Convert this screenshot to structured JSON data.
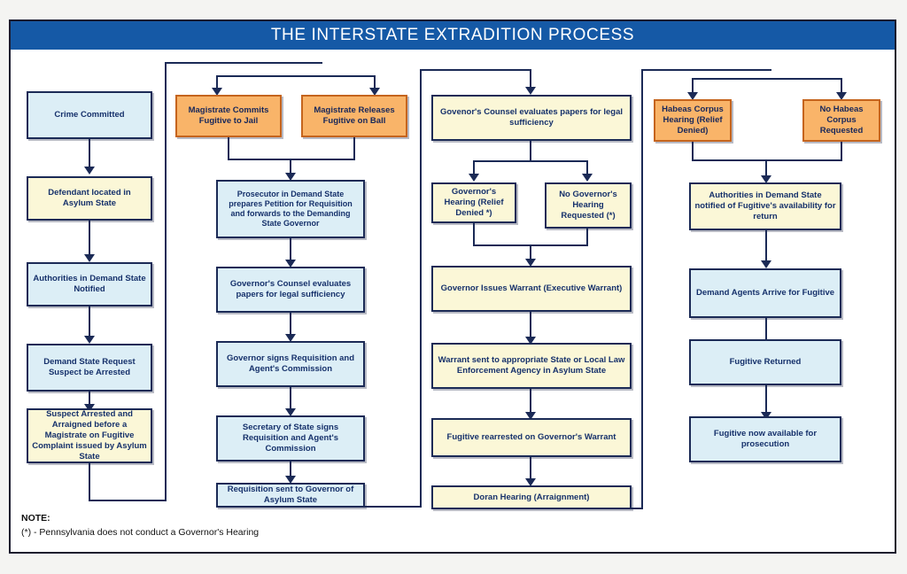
{
  "title": "THE INTERSTATE EXTRADITION PROCESS",
  "theme": {
    "banner": "#1559a6",
    "box_border": "#1b2a56",
    "text": "#16316b",
    "blue_fill": "#dceef6",
    "yellow_fill": "#fbf7d7",
    "orange_fill": "#f9b469"
  },
  "columns": [
    {
      "name": "arrest-in-asylum-state",
      "boxes": [
        {
          "id": "c1b1",
          "text": "Crime Committed",
          "fill": "blue"
        },
        {
          "id": "c1b2",
          "text": "Defendant located in Asylum State",
          "fill": "yellow"
        },
        {
          "id": "c1b3",
          "text": "Authorities in Demand State Notified",
          "fill": "blue"
        },
        {
          "id": "c1b4",
          "text": "Demand State Request Suspect be Arrested",
          "fill": "blue"
        },
        {
          "id": "c1b5",
          "text": "Suspect Arrested and Arraigned before a Magistrate on Fugitive Complaint issued by Asylum State",
          "fill": "yellow"
        }
      ]
    },
    {
      "name": "requisition-preparation",
      "boxes": [
        {
          "id": "c2b1",
          "text": "Magistrate Commits Fugitive to Jail",
          "fill": "orange"
        },
        {
          "id": "c2b2",
          "text": "Magistrate Releases Fugitive on Ball",
          "fill": "orange"
        },
        {
          "id": "c2b3",
          "text": "Prosecutor in Demand State prepares Petition for Requisition and forwards to the Demanding State Governor",
          "fill": "blue"
        },
        {
          "id": "c2b4",
          "text": "Governor's Counsel evaluates papers for legal sufficiency",
          "fill": "blue"
        },
        {
          "id": "c2b5",
          "text": "Governor signs Requisition and Agent's Commission",
          "fill": "blue"
        },
        {
          "id": "c2b6",
          "text": "Secretary of State signs Requisition and Agent's Commission",
          "fill": "blue"
        },
        {
          "id": "c2b7",
          "text": "Requisition sent to Governor of Asylum State",
          "fill": "blue"
        }
      ]
    },
    {
      "name": "asylum-state-governor-warrant",
      "boxes": [
        {
          "id": "c3b1",
          "text": "Govenor's Counsel evaluates papers for legal sufficiency",
          "fill": "yellow"
        },
        {
          "id": "c3b2",
          "text": "Governor's Hearing (Relief Denied *)",
          "fill": "yellow"
        },
        {
          "id": "c3b3",
          "text": "No Governor's Hearing Requested (*)",
          "fill": "yellow"
        },
        {
          "id": "c3b4",
          "text": "Governor Issues Warrant (Executive Warrant)",
          "fill": "yellow"
        },
        {
          "id": "c3b5",
          "text": "Warrant sent to appropriate State or Local Law Enforcement Agency in Asylum State",
          "fill": "yellow"
        },
        {
          "id": "c3b6",
          "text": "Fugitive rearrested on Governor's Warrant",
          "fill": "yellow"
        },
        {
          "id": "c3b7",
          "text": "Doran Hearing (Arraignment)",
          "fill": "yellow"
        }
      ]
    },
    {
      "name": "return-of-fugitive",
      "boxes": [
        {
          "id": "c4b1",
          "text": "Habeas Corpus Hearing (Relief Denied)",
          "fill": "orange"
        },
        {
          "id": "c4b2",
          "text": "No Habeas Corpus Requested",
          "fill": "orange"
        },
        {
          "id": "c4b3",
          "text": "Authorities in Demand State notified of Fugitive's availability for return",
          "fill": "yellow"
        },
        {
          "id": "c4b4",
          "text": "Demand Agents Arrive for Fugitive",
          "fill": "blue"
        },
        {
          "id": "c4b5",
          "text": "Fugitive Returned",
          "fill": "blue"
        },
        {
          "id": "c4b6",
          "text": "Fugitive now available for prosecution",
          "fill": "blue"
        }
      ]
    }
  ],
  "note": {
    "label": "NOTE:",
    "text": "(*) - Pennsylvania does not conduct a Governor's Hearing"
  }
}
